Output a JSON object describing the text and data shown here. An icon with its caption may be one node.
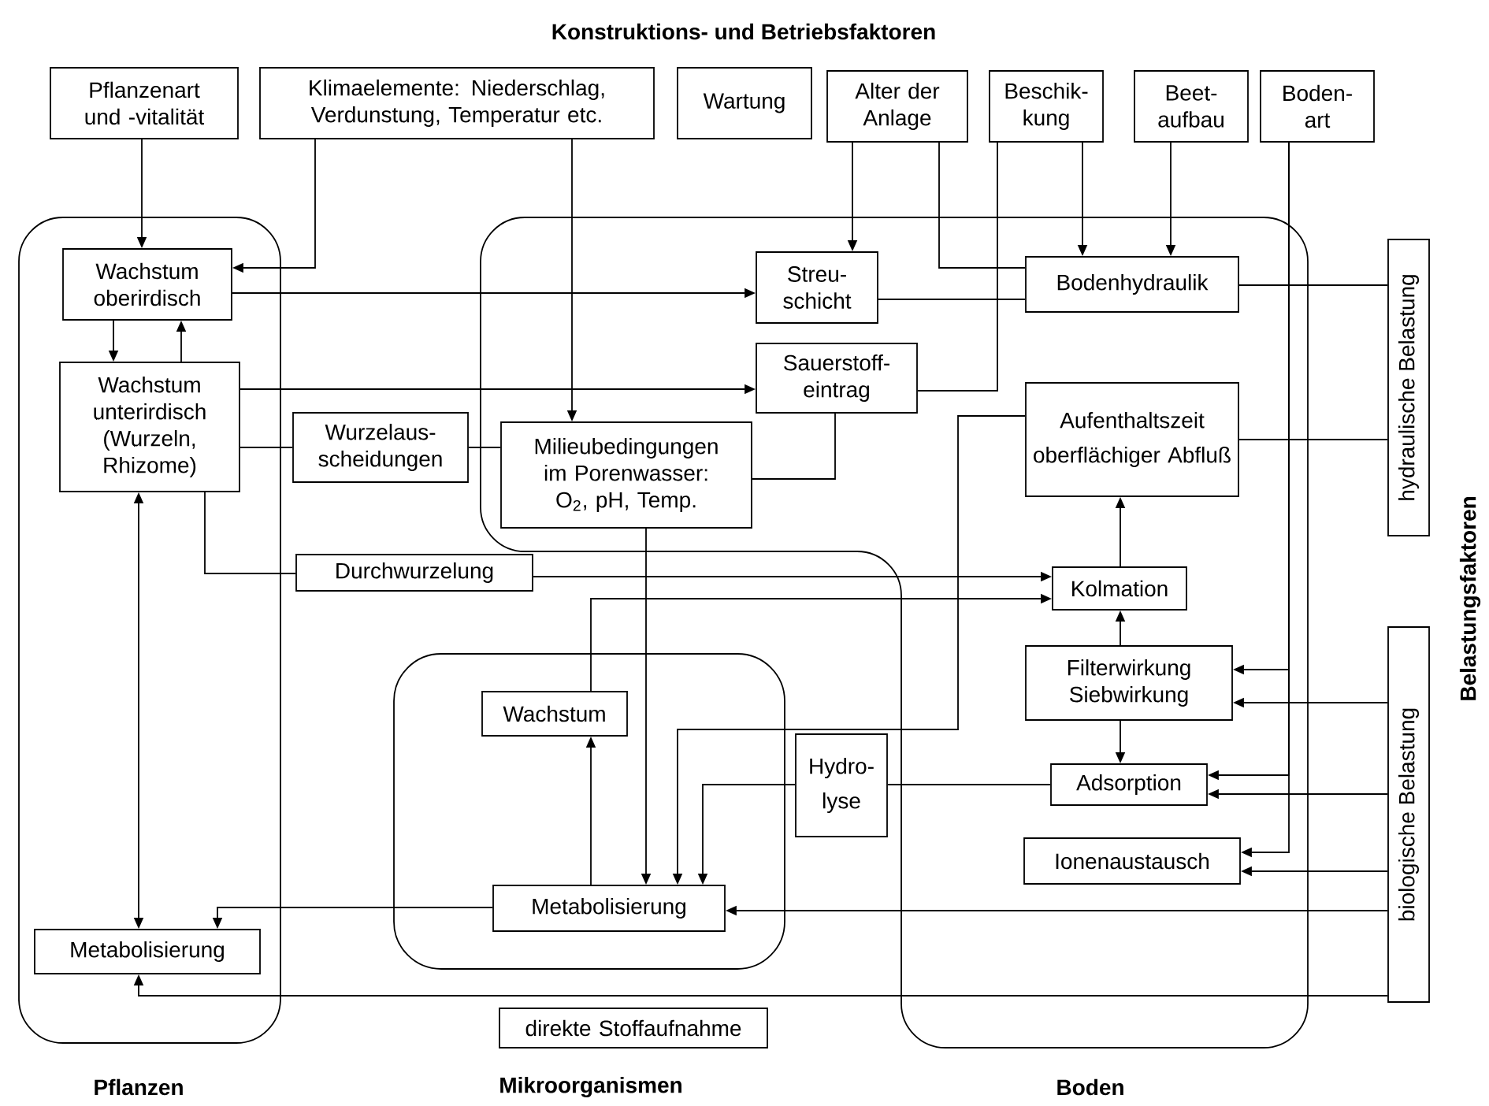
{
  "diagram": {
    "nodes": [
      {
        "text": [
          "Pflanzenart und -vitalität"
        ]
      },
      {
        "text": [
          "Klimaelemente: Niederschlag, Verdunstung, Temperatur etc."
        ]
      },
      {
        "text": [
          "Wartung"
        ]
      },
      {
        "text": [
          "Alter der Anlage"
        ]
      },
      {
        "text": [
          "Beschik- kung"
        ]
      },
      {
        "text": [
          "Beet- aufbau"
        ]
      },
      {
        "text": [
          "Boden- art"
        ]
      },
      {
        "text": [],
        "shape": "box"
      },
      {
        "text": [],
        "shape": "box"
      },
      {
        "text": [],
        "shape": "box"
      },
      {
        "text": [
          "Wachstum oberirdisch"
        ],
        "in": 7
      },
      {
        "text": [
          "Wachstum unterirdisch (Wurzeln, Rhizome)"
        ],
        "in": 7
      },
      {
        "text": [
          "Wurzelaus- scheidungen"
        ]
      },
      {
        "text": [
          "Streu- schicht"
        ],
        "in": 8
      },
      {
        "text": [
          "Bodenhydraulik"
        ],
        "in": 8
      },
      {
        "text": [
          "Sauerstoff- eintrag"
        ],
        "in": 8
      },
      {
        "text": [
          "Milieubedingungen im Porenwasser: O$_{2}$, pH, Temp."
        ],
        "in": 8
      },
      {
        "text": [
          "Aufenthaltszeit oberflächiger Abfluß"
        ],
        "in": 8
      },
      {
        "text": [
          "Durchwurzelung"
        ]
      },
      {
        "text": [
          "Kolmation"
        ],
        "in": 8
      },
      {
        "text": [
          "Filterwirkung Siebwirkung"
        ],
        "in": 8
      },
      {
        "text": [
          "Adsorption"
        ],
        "in": 8
      },
      {
        "text": [
          "Ionenaustausch"
        ],
        "in": 8
      },
      {
        "text": [
          "Hydro- lyse"
        ]
      },
      {
        "text": [
          "Wachstum"
        ],
        "in": 9
      },
      {
        "text": [
          "Metabolisierung"
        ],
        "in": 9
      },
      {
        "text": [
          "Metabolisierung"
        ],
        "in": 7
      },
      {
        "text": [
          "direkte Stoffaufnahme"
        ]
      },
      {
        "text": [
          "hydraulische Belastung"
        ]
      },
      {
        "text": [
          "biologische Belastung"
        ]
      }
    ],
    "edges": [
      {
        "from": 0,
        "to": 10,
        "arrow": "to"
      },
      {
        "from": 1,
        "to": 10,
        "arrow": "to"
      },
      {
        "from": 1,
        "to": 16,
        "arrow": "to"
      },
      {
        "from": 10,
        "to": 11,
        "arrow": "to"
      },
      {
        "from": 11,
        "to": 10,
        "arrow": "to"
      },
      {
        "from": 10,
        "to": 13,
        "arrow": "to"
      },
      {
        "from": 11,
        "to": 15,
        "arrow": "to"
      },
      {
        "from": 11,
        "to": 12,
        "arrow": "none"
      },
      {
        "from": 12,
        "to": 16,
        "arrow": "none"
      },
      {
        "from": 3,
        "to": 13,
        "arrow": "to"
      },
      {
        "from": 3,
        "to": 14,
        "arrow": "none"
      },
      {
        "from": 4,
        "to": 14,
        "arrow": "to"
      },
      {
        "from": 5,
        "to": 14,
        "arrow": "to"
      },
      {
        "from": 4,
        "to": 15,
        "arrow": "none"
      },
      {
        "from": 13,
        "to": 14,
        "arrow": "none"
      },
      {
        "from": 15,
        "to": 16,
        "arrow": "none"
      },
      {
        "from": 14,
        "to": 28,
        "arrow": "none"
      },
      {
        "from": 17,
        "to": 28,
        "arrow": "none"
      },
      {
        "from": 6,
        "to": 20,
        "arrow": "to"
      },
      {
        "from": 6,
        "to": 21,
        "arrow": "to"
      },
      {
        "from": 6,
        "to": 22,
        "arrow": "to"
      },
      {
        "from": 29,
        "to": 20,
        "arrow": "to"
      },
      {
        "from": 29,
        "to": 21,
        "arrow": "to"
      },
      {
        "from": 29,
        "to": 22,
        "arrow": "to"
      },
      {
        "from": 29,
        "to": 25,
        "arrow": "to"
      },
      {
        "from": 29,
        "to": 26,
        "arrow": "to"
      },
      {
        "from": 20,
        "to": 19,
        "arrow": "to"
      },
      {
        "from": 19,
        "to": 17,
        "arrow": "to"
      },
      {
        "from": 20,
        "to": 21,
        "arrow": "to"
      },
      {
        "from": 11,
        "to": 18,
        "arrow": "none"
      },
      {
        "from": 18,
        "to": 19,
        "arrow": "to"
      },
      {
        "from": 24,
        "to": 19,
        "arrow": "to"
      },
      {
        "from": 16,
        "to": 25,
        "arrow": "to"
      },
      {
        "from": 17,
        "to": 25,
        "arrow": "to"
      },
      {
        "from": 21,
        "to": 23,
        "arrow": "none"
      },
      {
        "from": 23,
        "to": 25,
        "arrow": "to"
      },
      {
        "from": 25,
        "to": 24,
        "arrow": "to"
      },
      {
        "from": 25,
        "to": 26,
        "arrow": "to"
      },
      {
        "from": 11,
        "to": 26,
        "arrow": "both"
      }
    ],
    "labels": [
      "Konstruktions- und Betriebsfaktoren",
      "Belastungsfaktoren",
      "Pflanzen",
      "Mikroorganismen",
      "Boden"
    ]
  }
}
